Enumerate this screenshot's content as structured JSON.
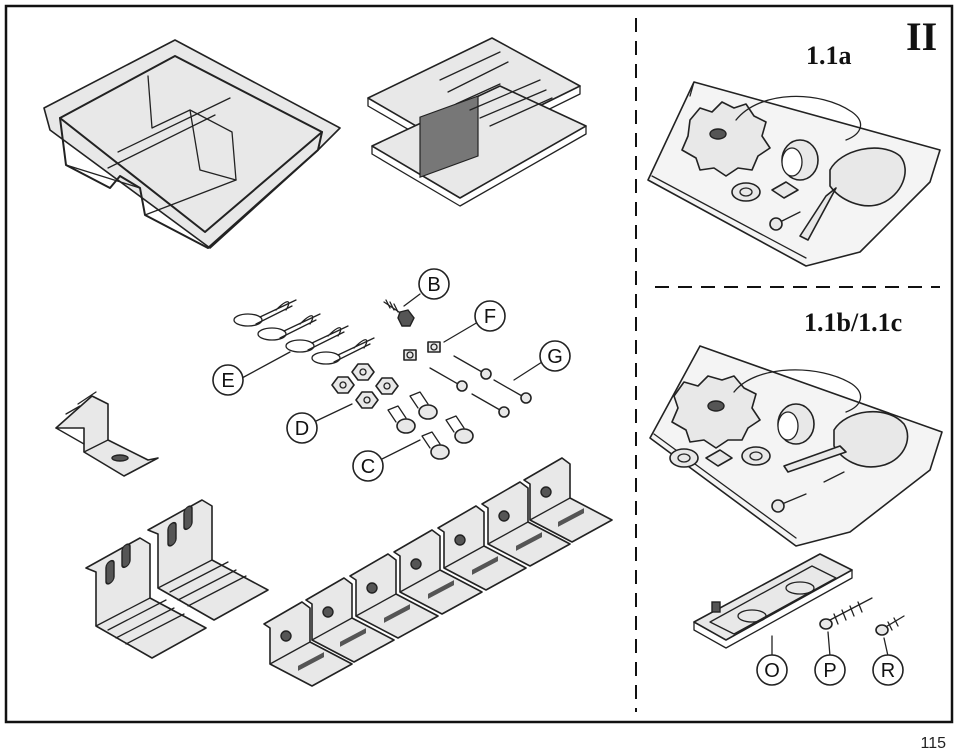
{
  "page": {
    "number": "115",
    "step": "II"
  },
  "sections": {
    "top_right": {
      "title": "1.1a"
    },
    "middle_right": {
      "title": "1.1b/1.1c"
    }
  },
  "part_labels": {
    "B": "B",
    "F": "F",
    "G": "G",
    "E": "E",
    "D": "D",
    "C": "C",
    "O": "O",
    "P": "P",
    "R": "R"
  }
}
